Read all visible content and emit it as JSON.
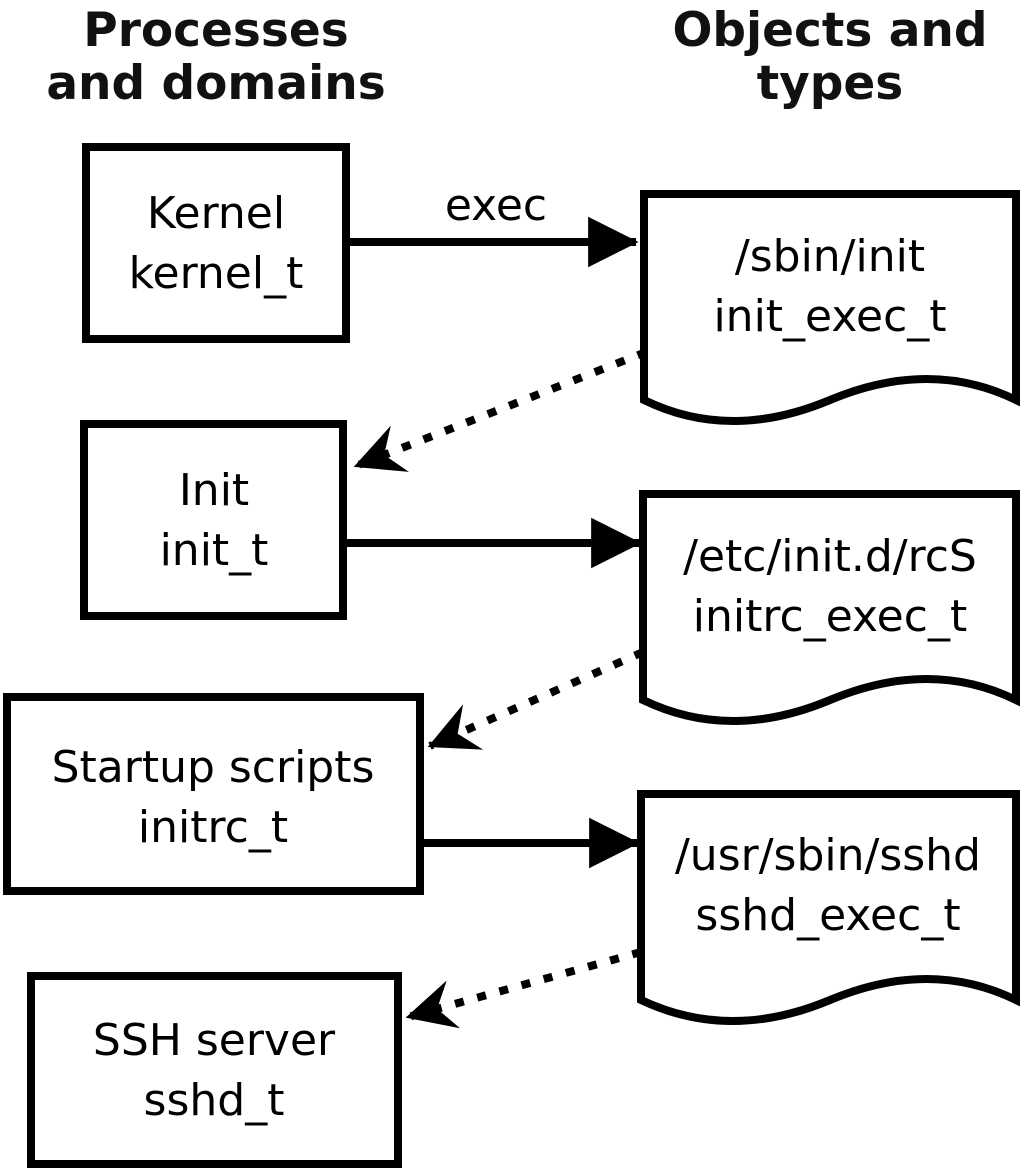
{
  "colors": {
    "foreground": "#000000",
    "background": "#ffffff"
  },
  "columns": {
    "left": {
      "line1": "Processes",
      "line2": "and domains"
    },
    "right": {
      "line1": "Objects and",
      "line2": "types"
    }
  },
  "exec_label": "exec",
  "processes": [
    {
      "name": "Kernel",
      "domain": "kernel_t"
    },
    {
      "name": "Init",
      "domain": "init_t"
    },
    {
      "name": "Startup scripts",
      "domain": "initrc_t"
    },
    {
      "name": "SSH server",
      "domain": "sshd_t"
    }
  ],
  "objects": [
    {
      "path": "/sbin/init",
      "type": "init_exec_t"
    },
    {
      "path": "/etc/init.d/rcS",
      "type": "initrc_exec_t"
    },
    {
      "path": "/usr/sbin/sshd",
      "type": "sshd_exec_t"
    }
  ]
}
